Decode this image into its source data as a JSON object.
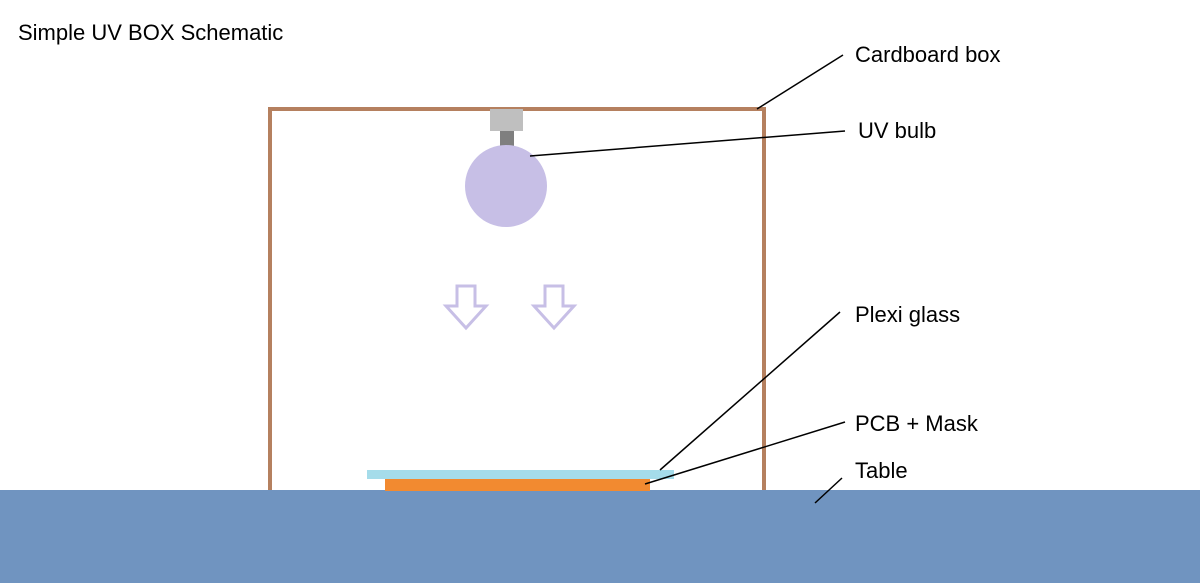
{
  "title": "Simple UV BOX Schematic",
  "labels": {
    "cardboard_box": "Cardboard box",
    "uv_bulb": "UV bulb",
    "plexi_glass": "Plexi glass",
    "pcb_mask": "PCB + Mask",
    "table": "Table"
  },
  "colors": {
    "box_outline": "#b5805f",
    "bulb": "#c7bfe6",
    "bulb_socket": "#bfbfbf",
    "bulb_neck": "#7f7f7f",
    "arrow": "#c7bfe6",
    "plexi_glass": "#a5dcea",
    "pcb": "#f28a30",
    "table": "#7094c0",
    "leader_line": "#000000"
  }
}
